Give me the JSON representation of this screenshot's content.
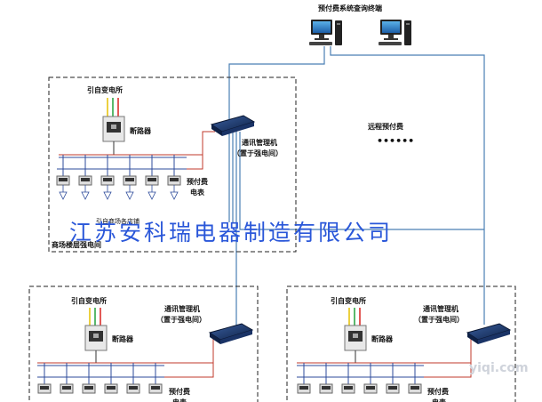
{
  "top": {
    "terminal_label": "预付费系统查询终端",
    "remote_label": "远程预付费",
    "remote_dots": "••••••"
  },
  "panels": [
    {
      "source_label": "引自变电所",
      "breaker_label": "断路器",
      "comm_label_1": "通讯管理机",
      "comm_label_2": "（置于强电间）",
      "meter_label_1": "预付费",
      "meter_label_2": "电表",
      "feeder_label": "引自商场各店铺",
      "room_label": "商场楼层强电间"
    },
    {
      "source_label": "引自变电所",
      "breaker_label": "断路器",
      "comm_label_1": "通讯管理机",
      "comm_label_2": "（置于强电间）",
      "meter_label_1": "预付费",
      "meter_label_2": "电表"
    },
    {
      "source_label": "引自变电所",
      "breaker_label": "断路器",
      "comm_label_1": "通讯管理机",
      "comm_label_2": "（置于强电间）",
      "meter_label_1": "预付费",
      "meter_label_2": "电表"
    }
  ],
  "watermark": "江苏安科瑞电器制造有限公司",
  "site_logo": "yiqi.com",
  "colors": {
    "bus_red": "#c0392b",
    "bus_blue": "#2d4b9b",
    "network": "#4a7fb5",
    "phase_a": "#e6c000",
    "phase_b": "#22a03a",
    "phase_c": "#d9221f",
    "watermark": "#2a57d9"
  }
}
